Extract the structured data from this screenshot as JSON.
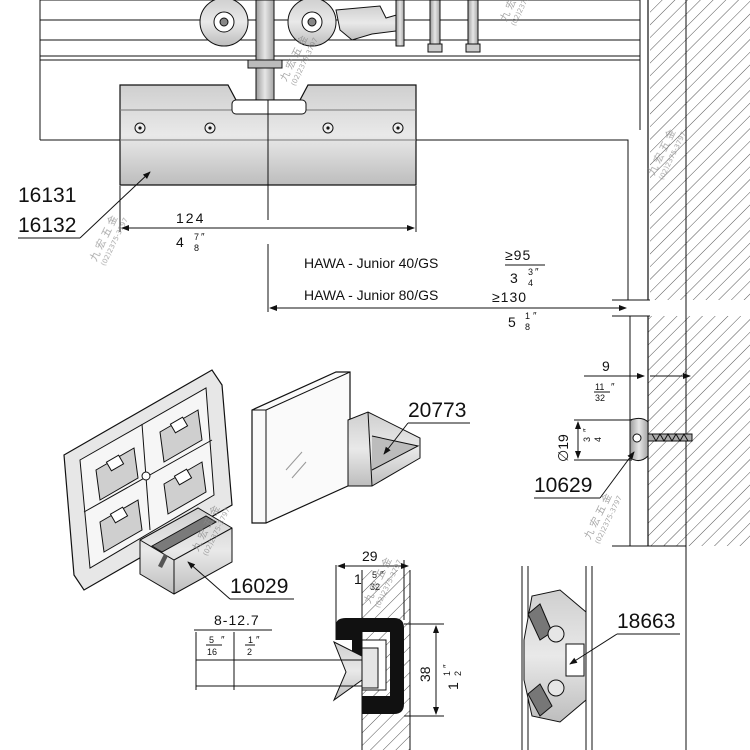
{
  "part_numbers": {
    "p16131": "16131",
    "p16132": "16132",
    "p20773": "20773",
    "p10629": "10629",
    "p16029": "16029",
    "p18663": "18663"
  },
  "dimensions": {
    "d124": "124",
    "d124_in_whole": "4",
    "d124_in_num": "7",
    "d124_in_den": "8",
    "d124_in_mark": "″",
    "track1_label": "HAWA - Junior 40/GS",
    "track1_value": "≥95",
    "track1_in_whole": "3",
    "track1_in_num": "3",
    "track1_in_den": "4",
    "track1_in_mark": "″",
    "track2_label": "HAWA - Junior 80/GS",
    "track2_value": "≥130",
    "track2_in_whole": "5",
    "track2_in_num": "1",
    "track2_in_den": "8",
    "track2_in_mark": "″",
    "d9": "9",
    "d9_in_num": "11",
    "d9_in_den": "32",
    "d9_in_mark": "″",
    "d19": "∅19",
    "d19_in_num": "3",
    "d19_in_den": "4",
    "d19_in_mark": "″",
    "d29": "29",
    "d29_in_whole": "1",
    "d29_in_num": "5",
    "d29_in_den": "32",
    "d29_in_mark": "″",
    "d8_12": "8-12.7",
    "d8_in1_num": "5",
    "d8_in1_den": "16",
    "d8_in1_mark": "″",
    "d8_in2_num": "1",
    "d8_in2_den": "2",
    "d8_in2_mark": "″",
    "d38": "38",
    "d38_in_whole": "1",
    "d38_in_num": "1",
    "d38_in_den": "2",
    "d38_in_mark": "″"
  },
  "watermark": {
    "name": "九 宏 五 金",
    "phone": "(02)2375-3797"
  },
  "colors": {
    "line": "#111111",
    "hatch": "#555555",
    "metal_light": "#d9d9d9",
    "metal_mid": "#bdbdbd",
    "metal_dark": "#8c8c8c"
  }
}
